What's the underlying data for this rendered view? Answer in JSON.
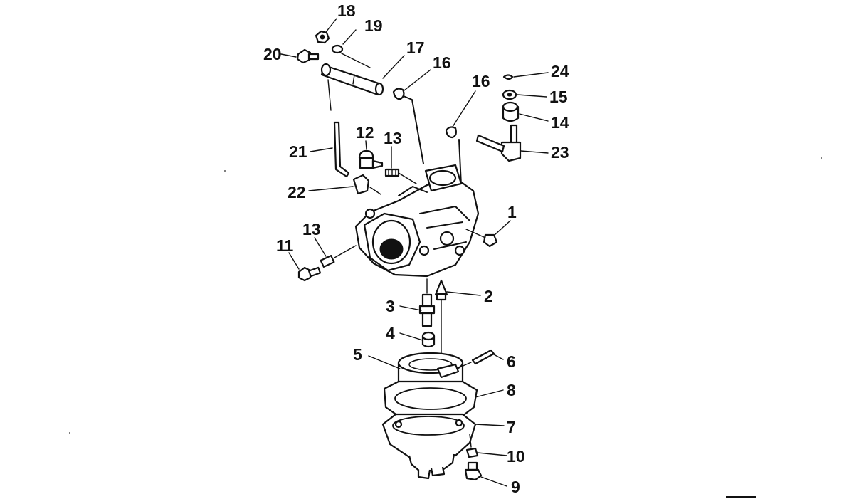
{
  "callouts": [
    {
      "id": "c18",
      "number": "18"
    },
    {
      "id": "c19",
      "number": "19"
    },
    {
      "id": "c20",
      "number": "20"
    },
    {
      "id": "c17",
      "number": "17"
    },
    {
      "id": "c16a",
      "number": "16"
    },
    {
      "id": "c16b",
      "number": "16"
    },
    {
      "id": "c24",
      "number": "24"
    },
    {
      "id": "c15",
      "number": "15"
    },
    {
      "id": "c14",
      "number": "14"
    },
    {
      "id": "c23",
      "number": "23"
    },
    {
      "id": "c12",
      "number": "12"
    },
    {
      "id": "c13a",
      "number": "13"
    },
    {
      "id": "c21",
      "number": "21"
    },
    {
      "id": "c22",
      "number": "22"
    },
    {
      "id": "c1",
      "number": "1"
    },
    {
      "id": "c13b",
      "number": "13"
    },
    {
      "id": "c11",
      "number": "11"
    },
    {
      "id": "c2",
      "number": "2"
    },
    {
      "id": "c3",
      "number": "3"
    },
    {
      "id": "c4",
      "number": "4"
    },
    {
      "id": "c5",
      "number": "5"
    },
    {
      "id": "c6",
      "number": "6"
    },
    {
      "id": "c8",
      "number": "8"
    },
    {
      "id": "c7",
      "number": "7"
    },
    {
      "id": "c10",
      "number": "10"
    },
    {
      "id": "c9",
      "number": "9"
    }
  ]
}
